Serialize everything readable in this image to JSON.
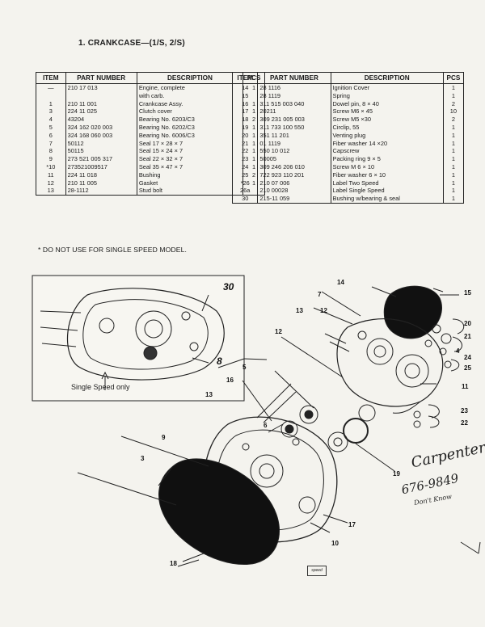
{
  "title": "1. CRANKCASE—(1/S, 2/S)",
  "headers": {
    "item": "ITEM",
    "part_number": "PART NUMBER",
    "description": "DESCRIPTION",
    "pcs": "PCS"
  },
  "left_rows": [
    {
      "item": "—",
      "part": "210 17 013",
      "desc": "Engine, complete",
      "pcs": "1"
    },
    {
      "item": "",
      "part": "",
      "desc": "with carb.",
      "pcs": ""
    },
    {
      "item": "1",
      "part": "210 11 001",
      "desc": "Crankcase Assy.",
      "pcs": "1"
    },
    {
      "item": "3",
      "part": "224 11 025",
      "desc": "Clutch cover",
      "pcs": "1"
    },
    {
      "item": "4",
      "part": "43204",
      "desc": "Bearing No. 6203/C3",
      "pcs": "2"
    },
    {
      "item": "5",
      "part": "324 162 020 003",
      "desc": "Bearing No. 6202/C3",
      "pcs": "1"
    },
    {
      "item": "6",
      "part": "324 168 060 003",
      "desc": "Bearing No. 6006/C3",
      "pcs": "1"
    },
    {
      "item": "7",
      "part": "50112",
      "desc": "Seal 17 × 28 × 7",
      "pcs": "1"
    },
    {
      "item": "8",
      "part": "50115",
      "desc": "Seal 15 × 24 × 7",
      "pcs": "1"
    },
    {
      "item": "9",
      "part": "273 521 005 317",
      "desc": "Seal 22 × 32 × 7",
      "pcs": "1"
    },
    {
      "item": "*10",
      "part": "273521009517",
      "desc": "Seal 35 × 47 × 7",
      "pcs": "1"
    },
    {
      "item": "11",
      "part": "224 11 018",
      "desc": "Bushing",
      "pcs": "2"
    },
    {
      "item": "12",
      "part": "210 11 005",
      "desc": "Gasket",
      "pcs": "1"
    },
    {
      "item": "13",
      "part": "28-1112",
      "desc": "Stud bolt",
      "pcs": ""
    }
  ],
  "right_rows": [
    {
      "item": "14",
      "part": "28 1116",
      "desc": "Ignition Cover",
      "pcs": "1"
    },
    {
      "item": "15",
      "part": "28 1119",
      "desc": "Spring",
      "pcs": "1"
    },
    {
      "item": "16",
      "part": "311 515 003 040",
      "desc": "Dowel pin, 8 × 40",
      "pcs": "2"
    },
    {
      "item": "17",
      "part": "20211",
      "desc": "Screw M6 × 45",
      "pcs": "10"
    },
    {
      "item": "18",
      "part": "309 231 005 003",
      "desc": "Screw M5 ×30",
      "pcs": "2"
    },
    {
      "item": "19",
      "part": "311 733 100 550",
      "desc": "Circlip, 55",
      "pcs": "1"
    },
    {
      "item": "20",
      "part": "351 11 201",
      "desc": "Venting plug",
      "pcs": "1"
    },
    {
      "item": "21",
      "part": "01 1119",
      "desc": "Fiber washer 14 ×20",
      "pcs": "1"
    },
    {
      "item": "22",
      "part": "550 10 012",
      "desc": "Capscrew",
      "pcs": "1"
    },
    {
      "item": "23",
      "part": "50005",
      "desc": "Packing ring 9 × 5",
      "pcs": "1"
    },
    {
      "item": "24",
      "part": "309 246 206 010",
      "desc": "Screw M 6 × 10",
      "pcs": "1"
    },
    {
      "item": "25",
      "part": "722 923 110 201",
      "desc": "Fiber washer 6 × 10",
      "pcs": "1"
    },
    {
      "item": "*26",
      "part": "210 07 006",
      "desc": "Label Two Speed",
      "pcs": "1"
    },
    {
      "item": "26a",
      "part": "210 00028",
      "desc": "Label Single Speed",
      "pcs": "1"
    },
    {
      "item": "30",
      "part": "215-11 059",
      "desc": "Bushing w/bearing & seal",
      "pcs": "1"
    }
  ],
  "note": "* DO NOT USE FOR SINGLE SPEED MODEL.",
  "inset_label": "Single Speed only",
  "callouts": {
    "c30": "30",
    "c8": "8",
    "c14": "14",
    "c15": "15",
    "c7": "7",
    "c13a": "13",
    "c12a": "12",
    "c12b": "12",
    "c20": "20",
    "c21": "21",
    "c4": "4",
    "c24": "24",
    "c25": "25",
    "c11": "11",
    "c16": "16",
    "c5": "5",
    "c13b": "13",
    "c6": "6",
    "c23": "23",
    "c22": "22",
    "c9": "9",
    "c3": "3",
    "c19": "19",
    "c17": "17",
    "c10": "10",
    "c18": "18"
  },
  "handwriting": {
    "line1": "Carpenter",
    "line2": "676-9849",
    "line3": "Don't Know"
  },
  "logo_text": "speed"
}
